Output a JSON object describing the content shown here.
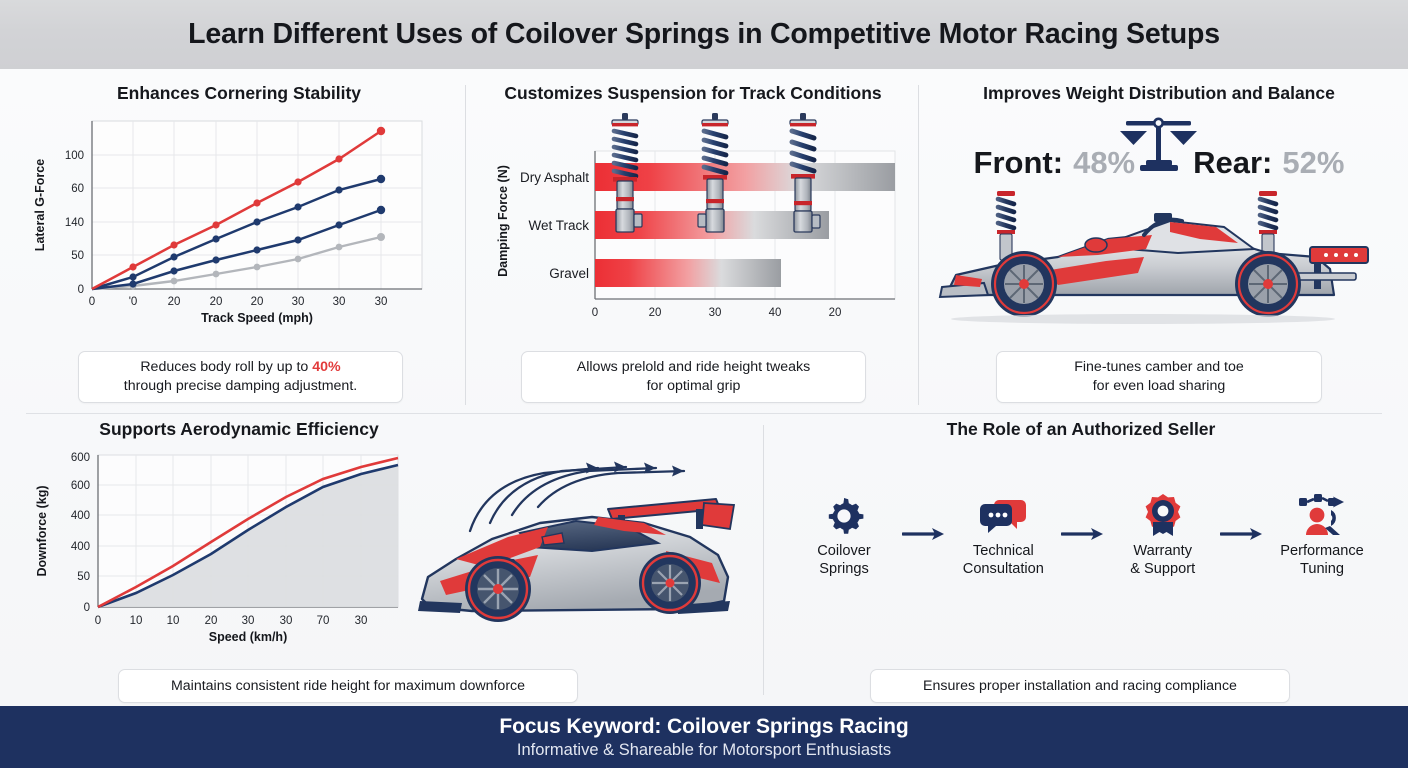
{
  "header": {
    "title": "Learn Different Uses of Coilover Springs in Competitive Motor Racing Setups"
  },
  "footer": {
    "main": "Focus Keyword: Coilover Springs Racing",
    "sub": "Informative & Shareable for Motorsport Enthusiasts"
  },
  "colors": {
    "red": "#e03a3a",
    "navy": "#1f3a6e",
    "navy_dark": "#1e3160",
    "gray": "#b3b6bb",
    "header_bg": "#d4d5d8",
    "panel_bg": "#f7f8fa",
    "caption_border": "#dcdee2"
  },
  "panels": {
    "cornering": {
      "title": "Enhances Cornering Stability",
      "caption_pre": "Reduces body roll by up to ",
      "caption_highlight": "40%",
      "caption_post": "\nthrough precise damping adjustment."
    },
    "suspension": {
      "title": "Customizes Suspension for Track Conditions",
      "caption": "Allows prelold and ride height tweaks\nfor optimal grip",
      "icons": [
        "coilover-spring-icon",
        "coilover-spring-icon",
        "coilover-spring-icon"
      ]
    },
    "weight": {
      "title": "Improves Weight Distribution and Balance",
      "front_label": "Front:",
      "front_value": "48%",
      "rear_label": "Rear:",
      "rear_value": "52%",
      "scale_icon": "balance-scale-icon",
      "car_icon": "formula-race-car-side-icon",
      "caption": "Fine-tunes camber and toe\nfor even load sharing"
    },
    "aero": {
      "title": "Supports Aerodynamic Efficiency",
      "caption": "Maintains consistent ride height for maximum downforce",
      "car_icon": "sports-race-car-icon",
      "airflow_icon": "airflow-arrows-icon"
    },
    "seller": {
      "title": "The Role of an Authorized Seller",
      "caption": "Ensures proper installation and racing compliance",
      "steps": [
        {
          "label": "Coilover\nSprings",
          "icon": "gear-icon"
        },
        {
          "label": "Technical\nConsultation",
          "icon": "chat-bubbles-icon"
        },
        {
          "label": "Warranty\n& Support",
          "icon": "award-badge-icon"
        },
        {
          "label": "Performance\nTuning",
          "icon": "performance-tuning-icon"
        }
      ],
      "arrow_icon": "arrow-right-icon"
    }
  },
  "chart_data": [
    {
      "id": "cornering",
      "type": "line",
      "title": "Enhances Cornering Stability",
      "xlabel": "Track Speed (mph)",
      "ylabel": "Lateral G-Force",
      "xticks": [
        "0",
        "'0",
        "20",
        "20",
        "20",
        "30",
        "30",
        "30"
      ],
      "yticks": [
        "0",
        "50",
        "140",
        "60",
        "100"
      ],
      "grid": true,
      "legend": "none",
      "x": [
        0,
        1,
        2,
        3,
        4,
        5,
        6,
        7
      ],
      "series": [
        {
          "name": "series-red",
          "color": "#e03a3a",
          "values": [
            0,
            13,
            26,
            38,
            51,
            64,
            82,
            100
          ]
        },
        {
          "name": "series-navy-1",
          "color": "#1f3a6e",
          "values": [
            0,
            7,
            19,
            30,
            40,
            49,
            59,
            65
          ]
        },
        {
          "name": "series-navy-2",
          "color": "#1f3a6e",
          "values": [
            0,
            3,
            11,
            17,
            23,
            29,
            38,
            47
          ]
        },
        {
          "name": "series-gray",
          "color": "#b3b6bb",
          "values": [
            0,
            1.5,
            5,
            9,
            13,
            18,
            25,
            31
          ]
        }
      ]
    },
    {
      "id": "suspension",
      "type": "bar",
      "orientation": "horizontal",
      "title": "Customizes Suspension for Track Conditions",
      "xlabel": "",
      "ylabel": "Damping Force (N)",
      "xticks": [
        "0",
        "20",
        "30",
        "40",
        "20"
      ],
      "categories": [
        "Dry Asphalt",
        "Wet Track",
        "Gravel"
      ],
      "values": [
        50,
        39,
        31
      ],
      "xlim": [
        0,
        50
      ],
      "grid": true,
      "gradient": [
        "#ec2f35",
        "#c9cbcf"
      ]
    },
    {
      "id": "aero",
      "type": "area",
      "title": "Supports Aerodynamic Efficiency",
      "xlabel": "Speed (km/h)",
      "ylabel": "Downforce (kg)",
      "xticks": [
        "0",
        "10",
        "10",
        "20",
        "30",
        "30",
        "70",
        "30"
      ],
      "yticks": [
        "0",
        "50",
        "400",
        "400",
        "600",
        "600"
      ],
      "grid": true,
      "x": [
        0,
        1,
        2,
        3,
        4,
        5,
        6,
        7
      ],
      "series": [
        {
          "name": "series-red",
          "color": "#e03a3a",
          "values": [
            0,
            13,
            28,
            44,
            60,
            75,
            88,
            97
          ],
          "fill": "none"
        },
        {
          "name": "series-navy",
          "color": "#1f3a6e",
          "values": [
            0,
            9,
            21,
            35,
            51,
            66,
            79,
            88
          ],
          "fill": "#dcdee1"
        }
      ]
    }
  ]
}
